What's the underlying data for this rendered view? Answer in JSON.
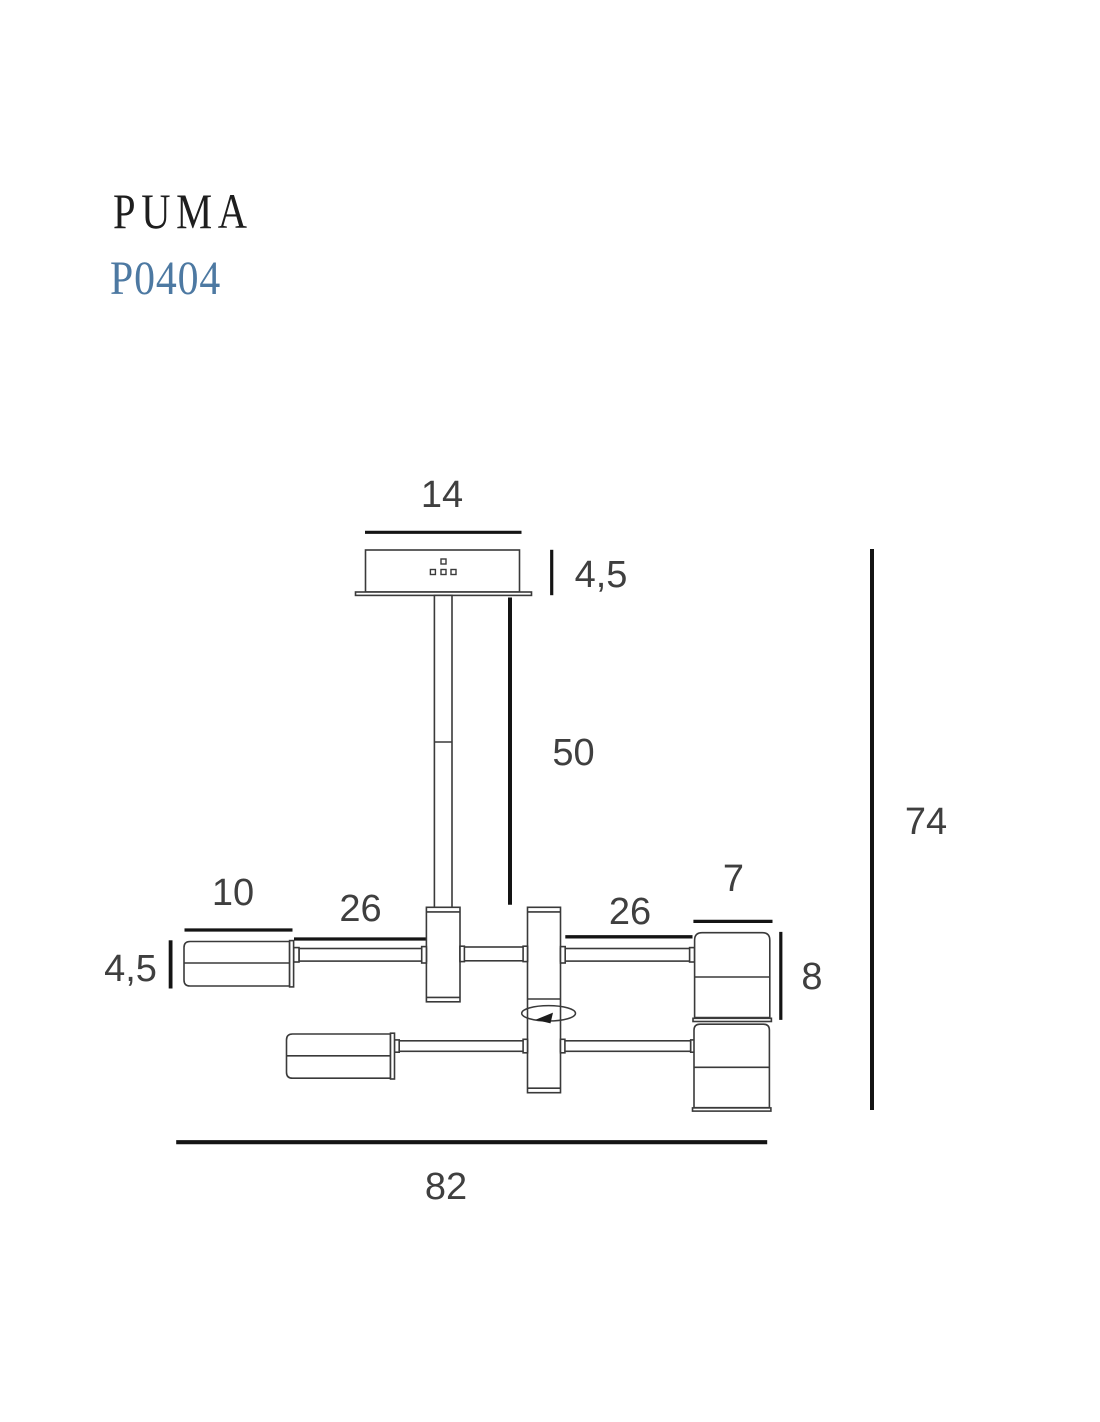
{
  "product": {
    "name": "PUMA",
    "code": "P0404"
  },
  "colors": {
    "product_name": "#1e1e1e",
    "product_code_accent": "#4d79a2",
    "dimension_line": "#141414",
    "drawing_stroke": "#3a3a3a",
    "label_text": "#3f3f3f",
    "background": "#ffffff"
  },
  "drawing": {
    "type": "technical-dimension-drawing",
    "subject": "ceiling lamp side view",
    "units": "cm",
    "dimensions": {
      "canopy_width": "14",
      "canopy_height": "4,5",
      "rod_length": "50",
      "total_height": "74",
      "left_shade_length": "10",
      "left_arm_length": "26",
      "right_arm_length": "26",
      "right_shade_diameter": "7",
      "left_shade_diameter": "4,5",
      "right_shade_height": "8",
      "total_width": "82"
    }
  }
}
